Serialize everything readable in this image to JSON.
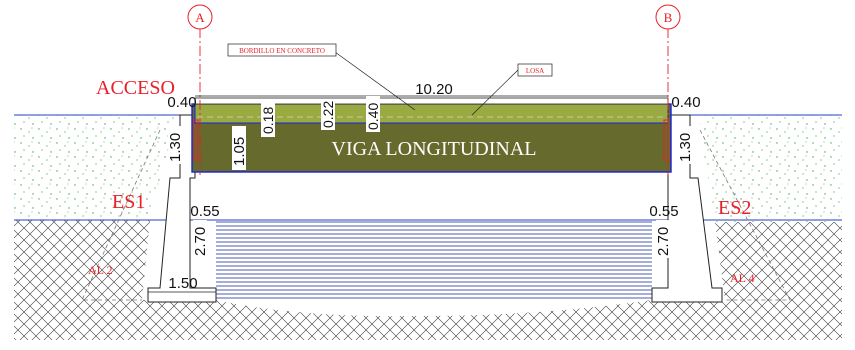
{
  "axes": {
    "a": "A",
    "b": "B"
  },
  "labels": {
    "acceso": "ACCESO",
    "viga": "VIGA LONGITUDINAL",
    "es1": "ES1",
    "es2": "ES2",
    "al2": "AL 2",
    "al4": "AL 4",
    "bordillo": "BORDILLO EN CONCRETO",
    "losa": "LOSA"
  },
  "dimensions": {
    "span": "10.20",
    "left_top": "0.40",
    "right_top": "0.40",
    "deck_018": "0.18",
    "deck_022": "0.22",
    "deck_040": "0.40",
    "beam_depth": "1.05",
    "left_wall": "1.30",
    "right_wall": "1.30",
    "left_seat": "0.55",
    "right_seat": "0.55",
    "left_height": "2.70",
    "right_height": "2.70",
    "footing": "1.50"
  },
  "colors": {
    "axis_red": "#e8202a",
    "deck_olive": "#666a2c",
    "slab_green": "#9aaa42",
    "outline_blue": "#1a22d6",
    "ground_line": "#2040c0",
    "water_blue": "#3848a8",
    "soil_dots": "#3aa64a"
  }
}
